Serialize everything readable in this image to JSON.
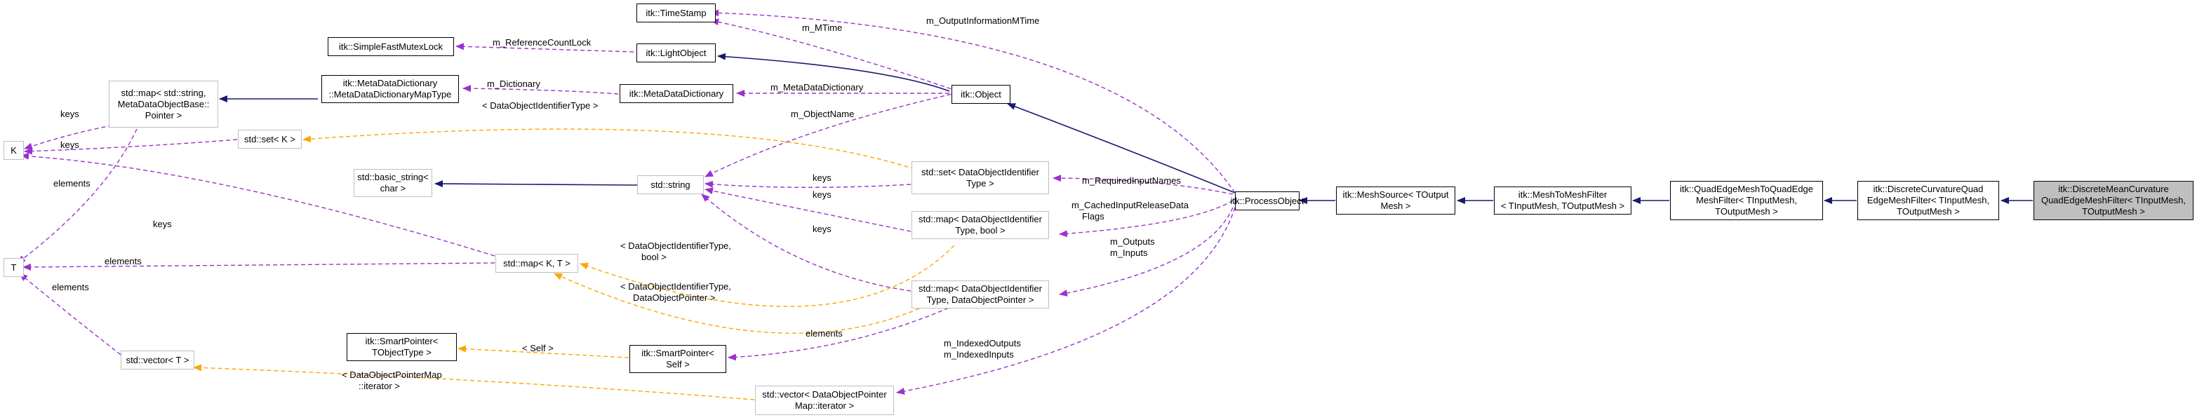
{
  "colors": {
    "inheritance": "#191970",
    "usage": "#9a32cd",
    "template": "#ffa500",
    "unrendered_border": "#bfbfbf",
    "focus_fill": "#bfbfbf"
  },
  "nodes": {
    "timestamp": [
      "itk::TimeStamp"
    ],
    "simplefastmutexlock": [
      "itk::SimpleFastMutexLock"
    ],
    "lightobject": [
      "itk::LightObject"
    ],
    "map_string_mdobj": [
      "std::map< std::string,",
      "MetaDataObjectBase::",
      "Pointer >"
    ],
    "metadatadictionary": [
      "itk::MetaDataDictionary",
      "::MetaDataDictionaryMapType"
    ],
    "metadatadictionary2": [
      "itk::MetaDataDictionary"
    ],
    "object": [
      "itk::Object"
    ],
    "k": [
      "K"
    ],
    "set_k": [
      "std::set< K >"
    ],
    "basic_string": [
      "std::basic_string<",
      "char >"
    ],
    "string": [
      "std::string"
    ],
    "set_dataobjid": [
      "std::set< DataObjectIdentifier",
      "Type >"
    ],
    "processobject": [
      "itk::ProcessObject"
    ],
    "meshsource": [
      "itk::MeshSource< TOutput",
      "Mesh >"
    ],
    "meshtomeshfilter": [
      "itk::MeshToMeshFilter",
      "< TInputMesh, TOutputMesh >"
    ],
    "quadedgemeshtoquadedge": [
      "itk::QuadEdgeMeshToQuadEdge",
      "MeshFilter< TInputMesh,",
      "TOutputMesh >"
    ],
    "discretecurvature": [
      "itk::DiscreteCurvatureQuad",
      "EdgeMeshFilter< TInputMesh,",
      "TOutputMesh >"
    ],
    "discretemeancurvature": [
      "itk::DiscreteMeanCurvature",
      "QuadEdgeMeshFilter< TInputMesh,",
      "TOutputMesh >"
    ],
    "map_dataobjid_bool": [
      "std::map< DataObjectIdentifier",
      "Type, bool >"
    ],
    "t": [
      "T"
    ],
    "map_k_t": [
      "std::map< K, T >"
    ],
    "map_dataobjid_ptr": [
      "std::map< DataObjectIdentifier",
      "Type, DataObjectPointer >"
    ],
    "smartpointer_tobj": [
      "itk::SmartPointer<",
      "TObjectType >"
    ],
    "smartpointer_self": [
      "itk::SmartPointer<",
      "Self >"
    ],
    "vector_t": [
      "std::vector< T >"
    ],
    "vector_dataobjptr": [
      "std::vector< DataObjectPointer",
      "Map::iterator >"
    ]
  },
  "edge_labels": {
    "m_mtime": [
      "m_MTime"
    ],
    "m_outputinformationmtime": [
      "m_OutputInformationMTime"
    ],
    "m_referencecountlock": [
      "m_ReferenceCountLock"
    ],
    "m_dictionary": [
      "m_Dictionary"
    ],
    "m_metadatadictionary": [
      "m_MetaDataDictionary"
    ],
    "keys_k_map": [
      "keys"
    ],
    "keys_k_set": [
      "keys"
    ],
    "dataobjid_type_tpl": [
      "< DataObjectIdentifierType >"
    ],
    "m_objectname": [
      "m_ObjectName"
    ],
    "elements_t_map": [
      "elements"
    ],
    "keys_set_string": [
      "keys"
    ],
    "keys_map_bool_string": [
      "keys"
    ],
    "keys_map_ptr_string": [
      "keys"
    ],
    "m_requiredinputnames": [
      "m_RequiredInputNames"
    ],
    "m_cachedinput": [
      "m_CachedInputReleaseData",
      "Flags"
    ],
    "keys_k_from_map_kt": [
      "keys"
    ],
    "elements_t_from_map_kt": [
      "elements"
    ],
    "dataobjid_bool_tpl": [
      "< DataObjectIdentifierType,",
      "bool >"
    ],
    "dataobjid_ptr_tpl": [
      "< DataObjectIdentifierType,",
      "DataObjectPointer >"
    ],
    "m_outputs_inputs": [
      "m_Outputs",
      "m_Inputs"
    ],
    "elements_t_vector": [
      "elements"
    ],
    "self_tpl": [
      "< Self >"
    ],
    "elements_smartptr": [
      "elements"
    ],
    "dataobjptrmap_tpl": [
      "< DataObjectPointerMap",
      "::iterator >"
    ],
    "m_indexed": [
      "m_IndexedOutputs",
      "m_IndexedInputs"
    ]
  }
}
